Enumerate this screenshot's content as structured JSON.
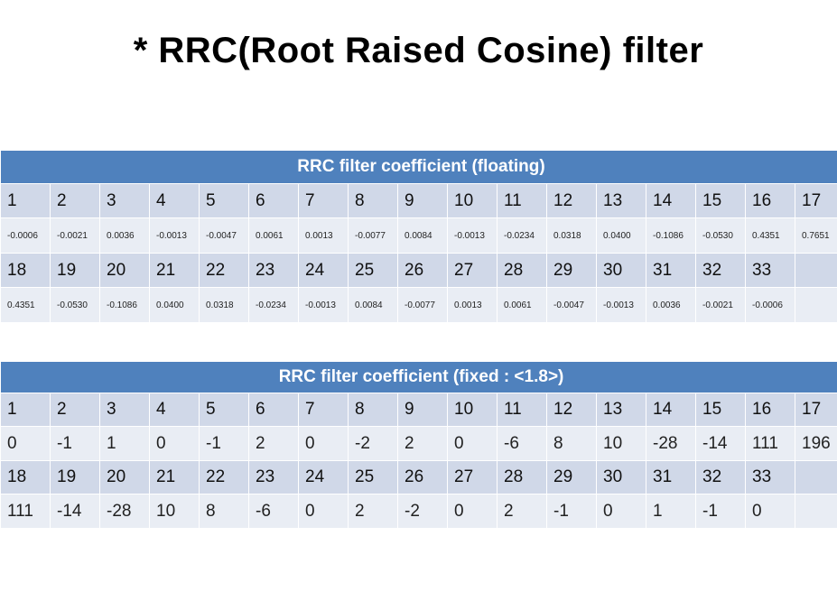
{
  "title": "* RRC(Root Raised Cosine) filter",
  "floating_table": {
    "header": "RRC filter coefficient (floating)",
    "rows": [
      {
        "indices": [
          "1",
          "2",
          "3",
          "4",
          "5",
          "6",
          "7",
          "8",
          "9",
          "10",
          "11",
          "12",
          "13",
          "14",
          "15",
          "16",
          "17"
        ],
        "values": [
          "-0.0006",
          "-0.0021",
          "0.0036",
          "-0.0013",
          "-0.0047",
          "0.0061",
          "0.0013",
          "-0.0077",
          "0.0084",
          "-0.0013",
          "-0.0234",
          "0.0318",
          "0.0400",
          "-0.1086",
          "-0.0530",
          "0.4351",
          "0.7651"
        ]
      },
      {
        "indices": [
          "18",
          "19",
          "20",
          "21",
          "22",
          "23",
          "24",
          "25",
          "26",
          "27",
          "28",
          "29",
          "30",
          "31",
          "32",
          "33",
          ""
        ],
        "values": [
          "0.4351",
          "-0.0530",
          "-0.1086",
          "0.0400",
          "0.0318",
          "-0.0234",
          "-0.0013",
          "0.0084",
          "-0.0077",
          "0.0013",
          "0.0061",
          "-0.0047",
          "-0.0013",
          "0.0036",
          "-0.0021",
          "-0.0006",
          ""
        ]
      }
    ]
  },
  "fixed_table": {
    "header": "RRC filter coefficient (fixed : <1.8>)",
    "rows": [
      {
        "indices": [
          "1",
          "2",
          "3",
          "4",
          "5",
          "6",
          "7",
          "8",
          "9",
          "10",
          "11",
          "12",
          "13",
          "14",
          "15",
          "16",
          "17"
        ],
        "values": [
          "0",
          "-1",
          "1",
          "0",
          "-1",
          "2",
          "0",
          "-2",
          "2",
          "0",
          "-6",
          "8",
          "10",
          "-28",
          "-14",
          "111",
          "196"
        ]
      },
      {
        "indices": [
          "18",
          "19",
          "20",
          "21",
          "22",
          "23",
          "24",
          "25",
          "26",
          "27",
          "28",
          "29",
          "30",
          "31",
          "32",
          "33",
          ""
        ],
        "values": [
          "111",
          "-14",
          "-28",
          "10",
          "8",
          "-6",
          "0",
          "2",
          "-2",
          "0",
          "2",
          "-1",
          "0",
          "1",
          "-1",
          "0",
          ""
        ]
      }
    ]
  }
}
